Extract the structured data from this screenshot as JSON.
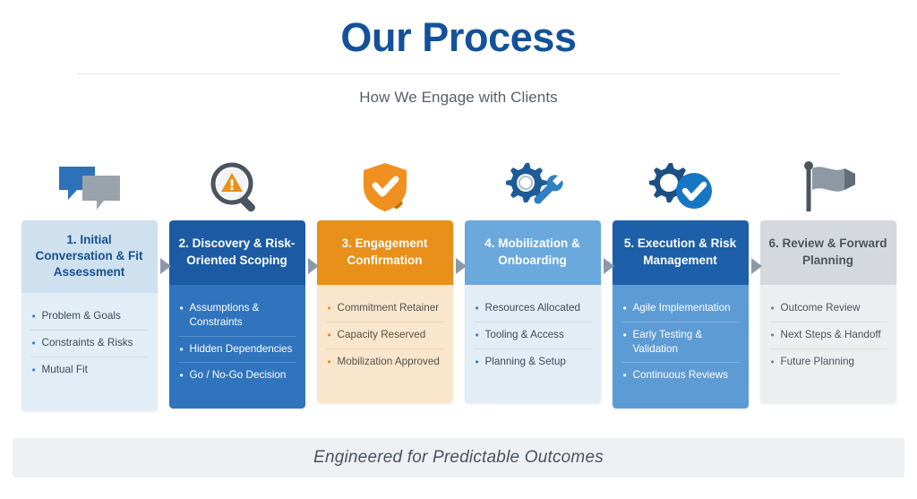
{
  "header": {
    "title": "Our Process",
    "subtitle": "How We Engage with Clients"
  },
  "colors": {
    "title_blue": "#14519b",
    "accent_orange": "#e8901a",
    "dark_blue": "#1c5ba4",
    "medium_blue": "#6ba9dd",
    "light_blue": "#e3edf5",
    "gray": "#d5d9dd",
    "arrow_gray": "#8e99a6"
  },
  "steps": [
    {
      "icon": "speech-bubbles-icon",
      "title": "1. Initial Conversation & Fit Assessment",
      "bullets": [
        "Problem & Goals",
        "Constraints & Risks",
        "Mutual Fit"
      ]
    },
    {
      "icon": "magnifier-warning-icon",
      "title": "2. Discovery & Risk-Oriented Scoping",
      "bullets": [
        "Assumptions & Constraints",
        "Hidden Dependencies",
        "Go / No-Go Decision"
      ]
    },
    {
      "icon": "shield-check-icon",
      "title": "3. Engagement Confirmation",
      "bullets": [
        "Commitment Retainer",
        "Capacity Reserved",
        "Mobilization Approved"
      ]
    },
    {
      "icon": "gear-wrench-icon",
      "title": "4. Mobilization & Onboarding",
      "bullets": [
        "Resources Allocated",
        "Tooling & Access",
        "Planning & Setup"
      ]
    },
    {
      "icon": "gear-check-icon",
      "title": "5. Execution & Risk Management",
      "bullets": [
        "Agile Implementation",
        "Early Testing & Validation",
        "Continuous Reviews"
      ]
    },
    {
      "icon": "flag-icon",
      "title": "6. Review & Forward Planning",
      "bullets": [
        "Outcome Review",
        "Next Steps & Handoff",
        "Future Planning"
      ]
    }
  ],
  "footer": {
    "tagline": "Engineered for Predictable Outcomes"
  }
}
